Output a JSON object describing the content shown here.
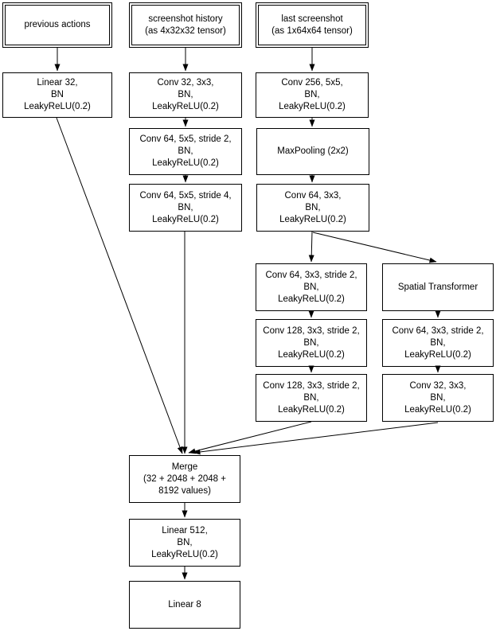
{
  "colors": {
    "background": "#ffffff",
    "box_border": "#000000",
    "text": "#000000",
    "arrow": "#000000"
  },
  "nodes": {
    "previous_actions": {
      "label": "previous actions"
    },
    "screenshot_history": {
      "label": "screenshot history\n(as 4x32x32 tensor)"
    },
    "last_screenshot": {
      "label": "last screenshot\n(as 1x64x64 tensor)"
    },
    "linear_32": {
      "label": "Linear 32,\nBN\nLeakyReLU(0.2)"
    },
    "conv_32_3x3": {
      "label": "Conv 32, 3x3,\nBN,\nLeakyReLU(0.2)"
    },
    "conv_256_5x5": {
      "label": "Conv 256, 5x5,\nBN,\nLeakyReLU(0.2)"
    },
    "conv_64_5x5_s2": {
      "label": "Conv 64, 5x5, stride 2,\nBN,\nLeakyReLU(0.2)"
    },
    "maxpooling": {
      "label": "MaxPooling (2x2)"
    },
    "conv_64_5x5_s4": {
      "label": "Conv 64, 5x5, stride 4,\nBN,\nLeakyReLU(0.2)"
    },
    "conv_64_3x3": {
      "label": "Conv 64, 3x3,\nBN,\nLeakyReLU(0.2)"
    },
    "conv_64_3x3_s2_left": {
      "label": "Conv 64, 3x3, stride 2,\nBN,\nLeakyReLU(0.2)"
    },
    "spatial_transformer": {
      "label": "Spatial Transformer"
    },
    "conv_128_3x3_s2_a": {
      "label": "Conv 128, 3x3, stride 2,\nBN,\nLeakyReLU(0.2)"
    },
    "conv_64_3x3_s2_right": {
      "label": "Conv 64, 3x3, stride 2,\nBN,\nLeakyReLU(0.2)"
    },
    "conv_128_3x3_s2_b": {
      "label": "Conv 128, 3x3, stride 2,\nBN,\nLeakyReLU(0.2)"
    },
    "conv_32_3x3_right": {
      "label": "Conv 32, 3x3,\nBN,\nLeakyReLU(0.2)"
    },
    "merge": {
      "label": "Merge\n(32 + 2048 + 2048 +\n8192 values)"
    },
    "linear_512": {
      "label": "Linear 512,\nBN,\nLeakyReLU(0.2)"
    },
    "linear_8": {
      "label": "Linear 8"
    }
  },
  "edges": [
    {
      "from": "previous_actions",
      "to": "linear_32"
    },
    {
      "from": "screenshot_history",
      "to": "conv_32_3x3"
    },
    {
      "from": "last_screenshot",
      "to": "conv_256_5x5"
    },
    {
      "from": "conv_32_3x3",
      "to": "conv_64_5x5_s2"
    },
    {
      "from": "conv_256_5x5",
      "to": "maxpooling"
    },
    {
      "from": "conv_64_5x5_s2",
      "to": "conv_64_5x5_s4"
    },
    {
      "from": "maxpooling",
      "to": "conv_64_3x3"
    },
    {
      "from": "conv_64_3x3",
      "to": "conv_64_3x3_s2_left"
    },
    {
      "from": "conv_64_3x3",
      "to": "spatial_transformer"
    },
    {
      "from": "conv_64_3x3_s2_left",
      "to": "conv_128_3x3_s2_a"
    },
    {
      "from": "spatial_transformer",
      "to": "conv_64_3x3_s2_right"
    },
    {
      "from": "conv_128_3x3_s2_a",
      "to": "conv_128_3x3_s2_b"
    },
    {
      "from": "conv_64_3x3_s2_right",
      "to": "conv_32_3x3_right"
    },
    {
      "from": "linear_32",
      "to": "merge"
    },
    {
      "from": "conv_64_5x5_s4",
      "to": "merge"
    },
    {
      "from": "conv_128_3x3_s2_b",
      "to": "merge"
    },
    {
      "from": "conv_32_3x3_right",
      "to": "merge"
    },
    {
      "from": "merge",
      "to": "linear_512"
    },
    {
      "from": "linear_512",
      "to": "linear_8"
    }
  ]
}
